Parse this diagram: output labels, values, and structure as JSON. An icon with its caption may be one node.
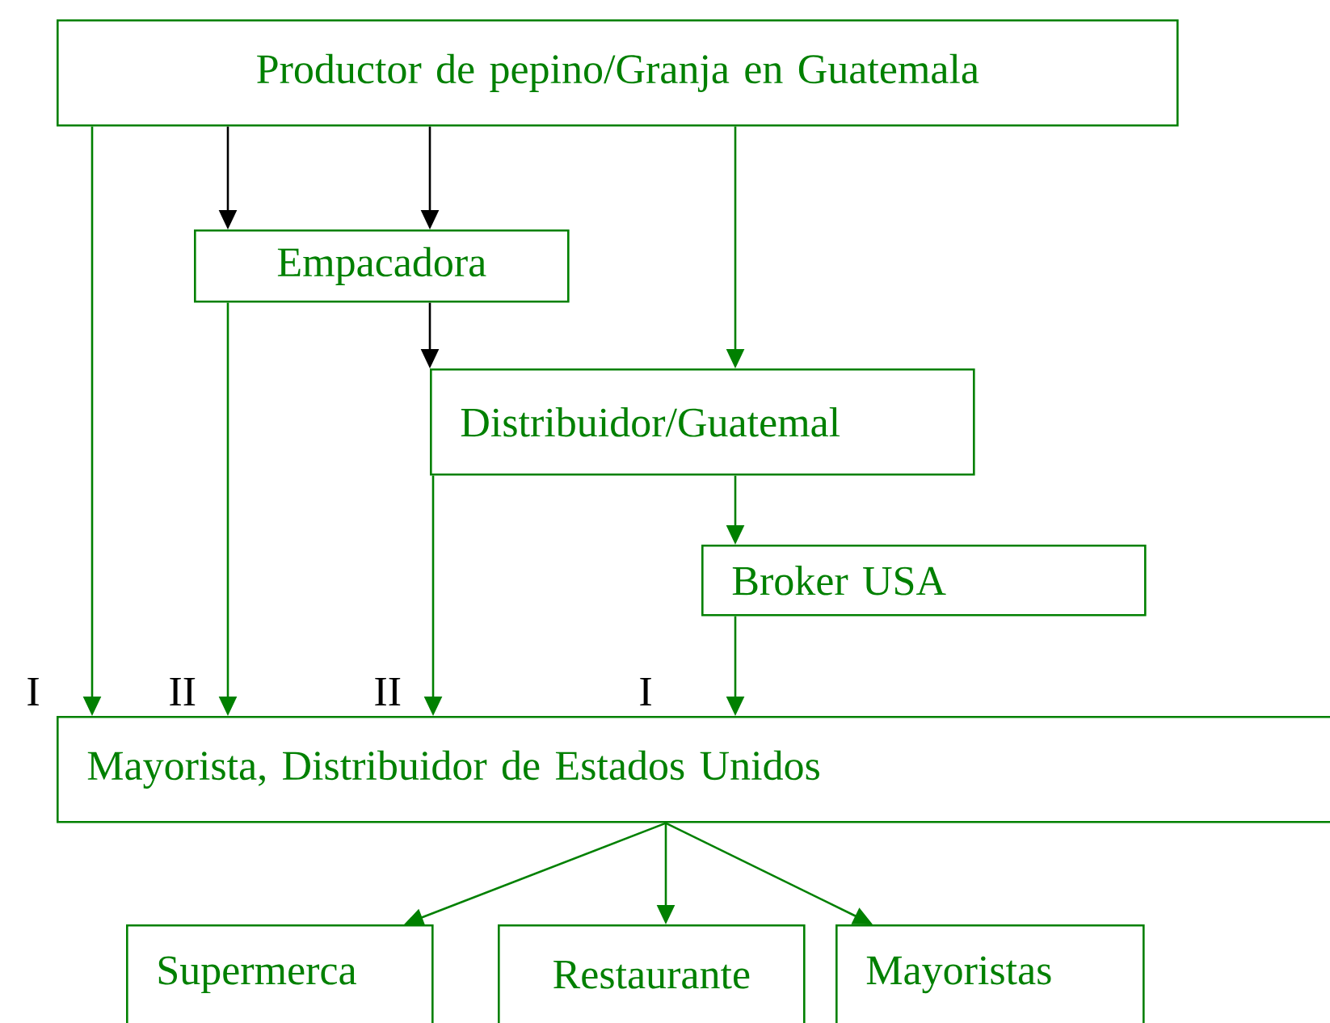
{
  "diagram": {
    "nodes": [
      {
        "text": [
          "Productor de pepino/Granja en Guatemala"
        ]
      },
      {
        "text": [
          "Empacadora"
        ]
      },
      {
        "text": [
          "Distribuidor/Guatemal"
        ]
      },
      {
        "text": [
          "Broker USA"
        ]
      },
      {
        "text": [
          "Mayorista, Distribuidor de Estados Unidos"
        ]
      },
      {
        "text": [
          "Supermerca"
        ]
      },
      {
        "text": [
          "Restaurante"
        ]
      },
      {
        "text": [
          "Mayoristas"
        ]
      }
    ],
    "edges": [
      {
        "from": 0,
        "to": 1,
        "arrow": "to",
        "color": "#000000"
      },
      {
        "from": 0,
        "to": 1,
        "arrow": "to",
        "color": "#000000"
      },
      {
        "from": 0,
        "to": 2,
        "arrow": "to"
      },
      {
        "from": 1,
        "to": 2,
        "arrow": "to",
        "color": "#000000"
      },
      {
        "from": 0,
        "to": 4,
        "arrow": "to"
      },
      {
        "from": 1,
        "to": 4,
        "arrow": "to"
      },
      {
        "from": 2,
        "to": 4,
        "arrow": "to"
      },
      {
        "from": 2,
        "to": 3,
        "arrow": "to"
      },
      {
        "from": 3,
        "to": 4,
        "arrow": "to"
      },
      {
        "from": 4,
        "to": 5,
        "arrow": "to"
      },
      {
        "from": 4,
        "to": 6,
        "arrow": "to"
      },
      {
        "from": 4,
        "to": 7,
        "arrow": "to"
      }
    ],
    "labels": [
      "I",
      "II",
      "II",
      "I"
    ]
  }
}
